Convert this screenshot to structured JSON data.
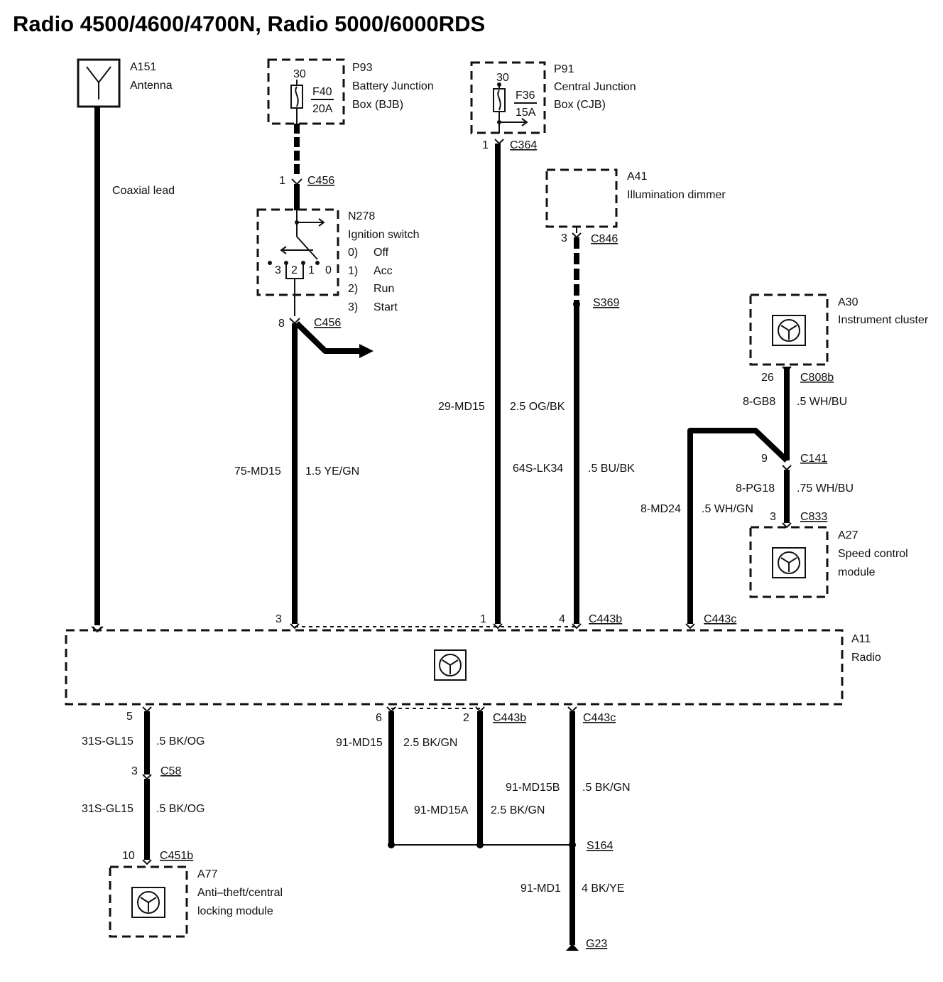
{
  "title": "Radio 4500/4600/4700N, Radio 5000/6000RDS",
  "components": {
    "antenna": {
      "id": "A151",
      "name": "Antenna"
    },
    "bjb": {
      "id": "P93",
      "line1": "Battery Junction",
      "line2": "Box (BJB)",
      "fuse": "F40",
      "rating": "20A",
      "terminal": "30"
    },
    "cjb": {
      "id": "P91",
      "line1": "Central Junction",
      "line2": "Box (CJB)",
      "fuse": "F36",
      "rating": "15A",
      "terminal": "30"
    },
    "dimmer": {
      "id": "A41",
      "name": "Illumination dimmer"
    },
    "ignition": {
      "id": "N278",
      "name": "Ignition switch",
      "positions": [
        [
          "0)",
          "Off"
        ],
        [
          "1)",
          "Acc"
        ],
        [
          "2)",
          "Run"
        ],
        [
          "3)",
          "Start"
        ]
      ],
      "pins": [
        "3",
        "2",
        "1",
        "0"
      ]
    },
    "cluster": {
      "id": "A30",
      "name": "Instrument cluster"
    },
    "speed": {
      "id": "A27",
      "line1": "Speed control",
      "line2": "module"
    },
    "radio": {
      "id": "A11",
      "name": "Radio"
    },
    "antitheft": {
      "id": "A77",
      "line1": "Anti–theft/central",
      "line2": "locking module"
    }
  },
  "wires": {
    "coax": "Coaxial lead",
    "ign_circuit": "75-MD15",
    "ign_spec": "1.5 YE/GN",
    "cjb_circuit": "29-MD15",
    "cjb_spec": "2.5 OG/BK",
    "dim_circuit": "64S-LK34",
    "dim_spec": ".5 BU/BK",
    "cl_circuit": "8-GB8",
    "cl_spec": ".5 WH/BU",
    "sp_circuit": "8-PG18",
    "sp_spec": ".75 WH/BU",
    "radio_c_circuit": "8-MD24",
    "radio_c_spec": ".5 WH/GN",
    "at_circuit_1": "31S-GL15",
    "at_spec_1": ".5 BK/OG",
    "at_circuit_2": "31S-GL15",
    "at_spec_2": ".5 BK/OG",
    "g1_circuit": "91-MD15",
    "g1_spec": "2.5 BK/GN",
    "g2_circuit": "91-MD15A",
    "g2_spec": "2.5 BK/GN",
    "g3_circuit": "91-MD15B",
    "g3_spec": ".5 BK/GN",
    "gnd_circuit": "91-MD1",
    "gnd_spec": "4 BK/YE"
  },
  "connectors": {
    "c456a": "C456",
    "c456a_pin": "1",
    "c456b": "C456",
    "c456b_pin": "8",
    "c364": "C364",
    "c364_pin": "1",
    "c846": "C846",
    "c846_pin": "3",
    "s369": "S369",
    "c808b": "C808b",
    "c808b_pin": "26",
    "c141": "C141",
    "c141_pin": "9",
    "c833": "C833",
    "c833_pin": "3",
    "c443b_top": "C443b",
    "c443c_top": "C443c",
    "radio_top_pins": [
      "3",
      "1",
      "4"
    ],
    "radio_bot_pins": [
      "5",
      "6",
      "2"
    ],
    "c443b_bot": "C443b",
    "c443c_bot": "C443c",
    "c58": "C58",
    "c58_pin": "3",
    "c451b": "C451b",
    "c451b_pin": "10",
    "s164": "S164",
    "g23": "G23"
  }
}
